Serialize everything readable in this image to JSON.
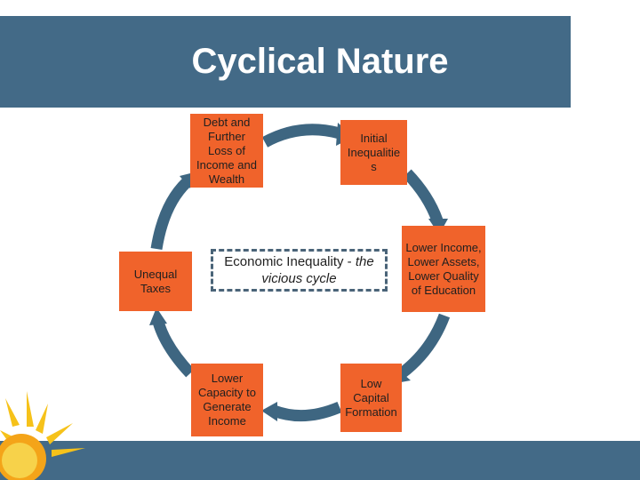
{
  "slide": {
    "title": "Cyclical Nature"
  },
  "diagram": {
    "center_text_main": "Economic Inequality - ",
    "center_text_italic": "the vicious cycle",
    "nodes": [
      {
        "label": "Initial\nInequalitie\ns"
      },
      {
        "label": "Lower Income,\nLower Assets,\nLower Quality\nof Education"
      },
      {
        "label": "Low\nCapital\nFormation"
      },
      {
        "label": "Lower\nCapacity to\nGenerate\nIncome"
      },
      {
        "label": "Unequal\nTaxes"
      },
      {
        "label": "Debt and\nFurther\nLoss of\nIncome and\nWealth"
      }
    ]
  },
  "colors": {
    "banner": "#436a87",
    "node_fill": "#f0632b",
    "arrow": "#3e6681",
    "center_border": "#4a6478"
  }
}
